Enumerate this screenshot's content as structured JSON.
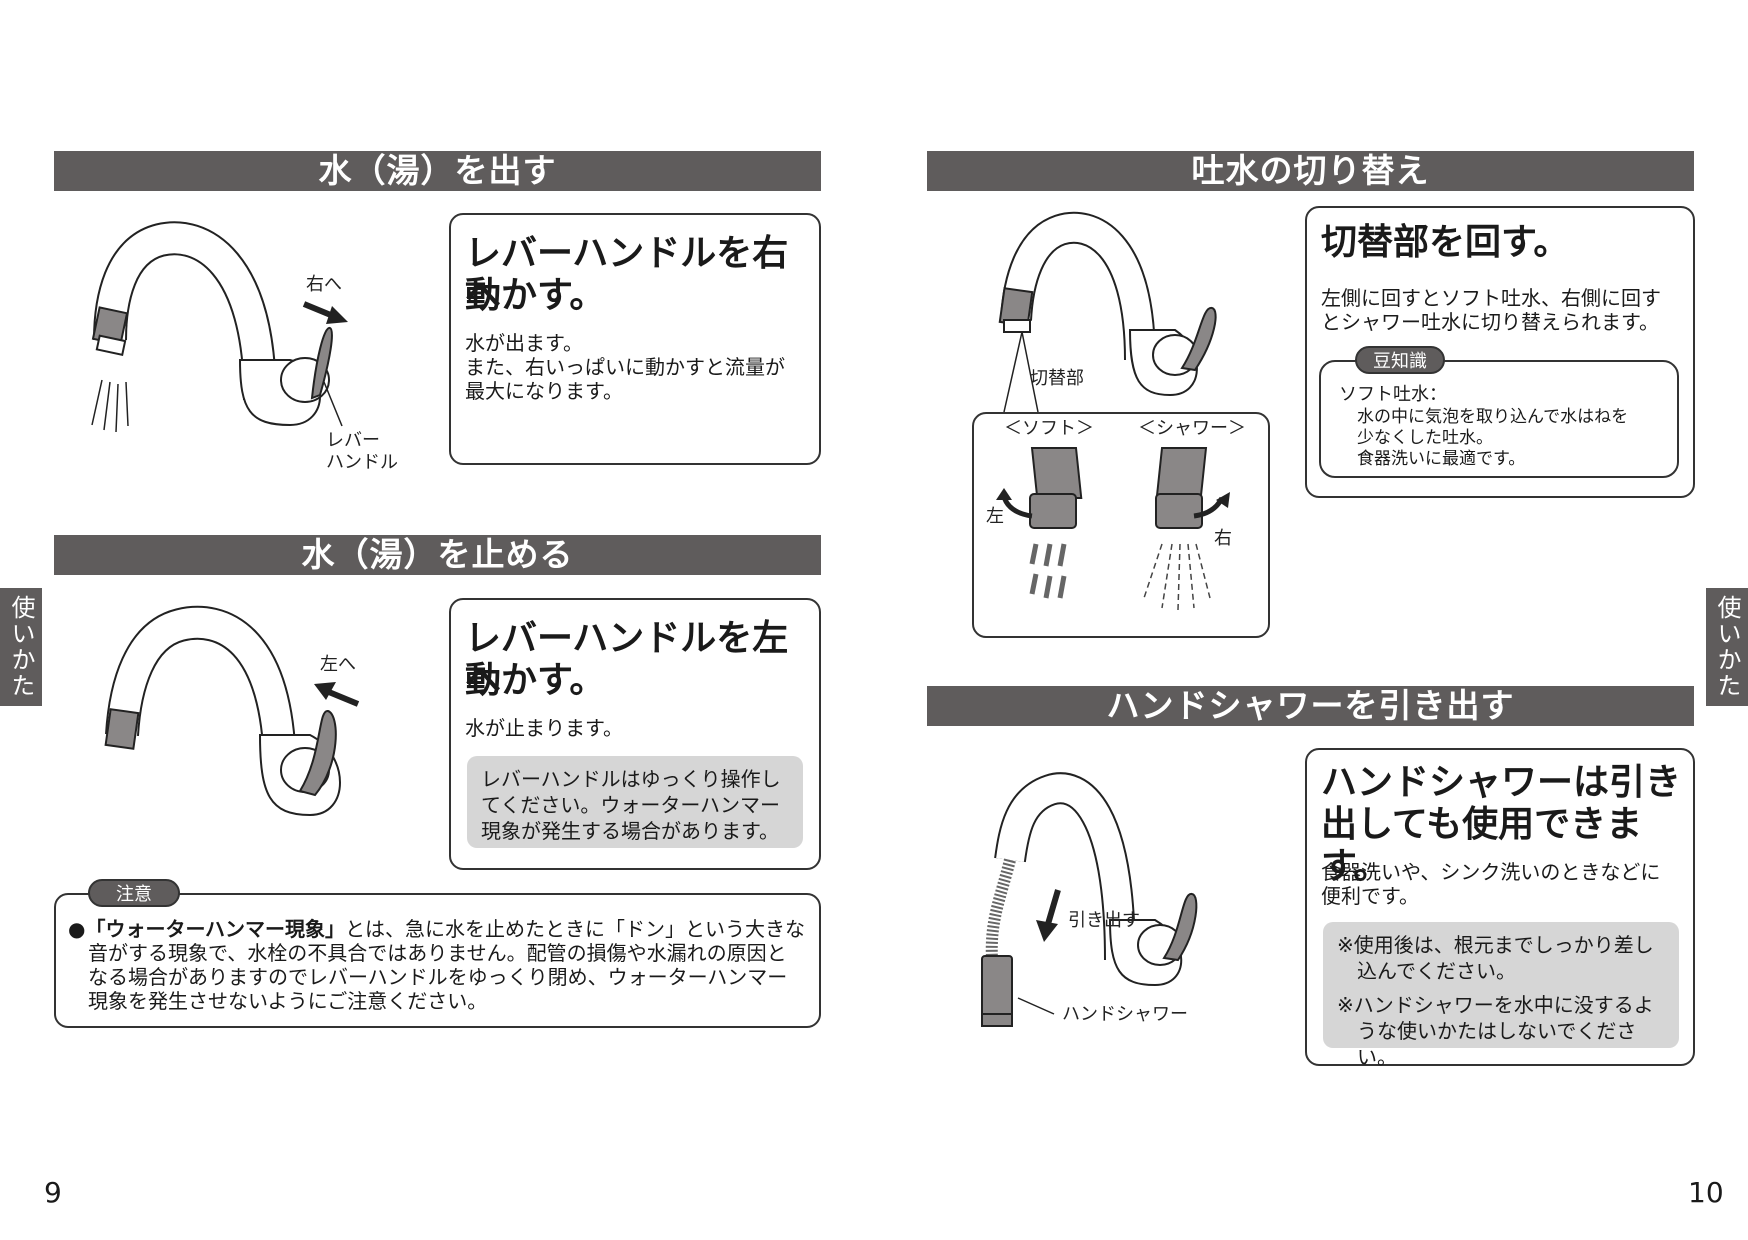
{
  "left_page": {
    "section1": {
      "title": "水（湯）を出す",
      "label_dir": "右へ",
      "label_lever_1": "レバー",
      "label_lever_2": "ハンドル",
      "heading_1": "レバーハンドルを右へ",
      "heading_2": "動かす。",
      "body_1": "水が出ます。",
      "body_2": "また、右いっぱいに動かすと流量が",
      "body_3": "最大になります。"
    },
    "section2": {
      "title": "水（湯）を止める",
      "label_dir": "左へ",
      "heading_1": "レバーハンドルを左へ",
      "heading_2": "動かす。",
      "body_1": "水が止まります。",
      "note_1": "レバーハンドルはゆっくり操作し",
      "note_2": "てください。ウォーターハンマー",
      "note_3": "現象が発生する場合があります。"
    },
    "caution": {
      "label": "注意",
      "bullet": "●",
      "bold": "「ウォーターハンマー現象」",
      "line_1": "とは、急に水を止めたときに「ドン」という大きな",
      "line_2": "音がする現象で、水栓の不具合ではありません。配管の損傷や水漏れの原因と",
      "line_3": "なる場合がありますのでレバーハンドルをゆっくり閉め、ウォーターハンマー",
      "line_4": "現象を発生させないようにご注意ください。"
    },
    "side_tab": "使いかた",
    "page_number": "9"
  },
  "right_page": {
    "section1": {
      "title": "吐水の切り替え",
      "label_switch": "切替部",
      "label_soft": "＜ソフト＞",
      "label_shower": "＜シャワー＞",
      "label_left": "左",
      "label_right": "右",
      "heading": "切替部を回す。",
      "body_1": "左側に回すとソフト吐水、右側に回す",
      "body_2": "とシャワー吐水に切り替えられます。",
      "tip_label": "豆知識",
      "tip_1": "ソフト吐水：",
      "tip_2": "水の中に気泡を取り込んで水はねを",
      "tip_3": "少なくした吐水。",
      "tip_4": "食器洗いに最適です。"
    },
    "section2": {
      "title": "ハンドシャワーを引き出す",
      "label_pull": "引き出す",
      "label_hand": "ハンドシャワー",
      "heading_1": "ハンドシャワーは引き",
      "heading_2": "出しても使用できます。",
      "body_1": "食器洗いや、シンク洗いのときなどに",
      "body_2": "便利です。",
      "note_1a": "※使用後は、根元までしっかり差し",
      "note_1b": "込んでください。",
      "note_2a": "※ハンドシャワーを水中に没するよ",
      "note_2b": "うな使いかたはしないでください。"
    },
    "side_tab": "使いかた",
    "page_number": "10"
  },
  "colors": {
    "bar": "#5f5c5c",
    "note_bg": "#d6d6d6",
    "nozzle": "#8a8787"
  }
}
